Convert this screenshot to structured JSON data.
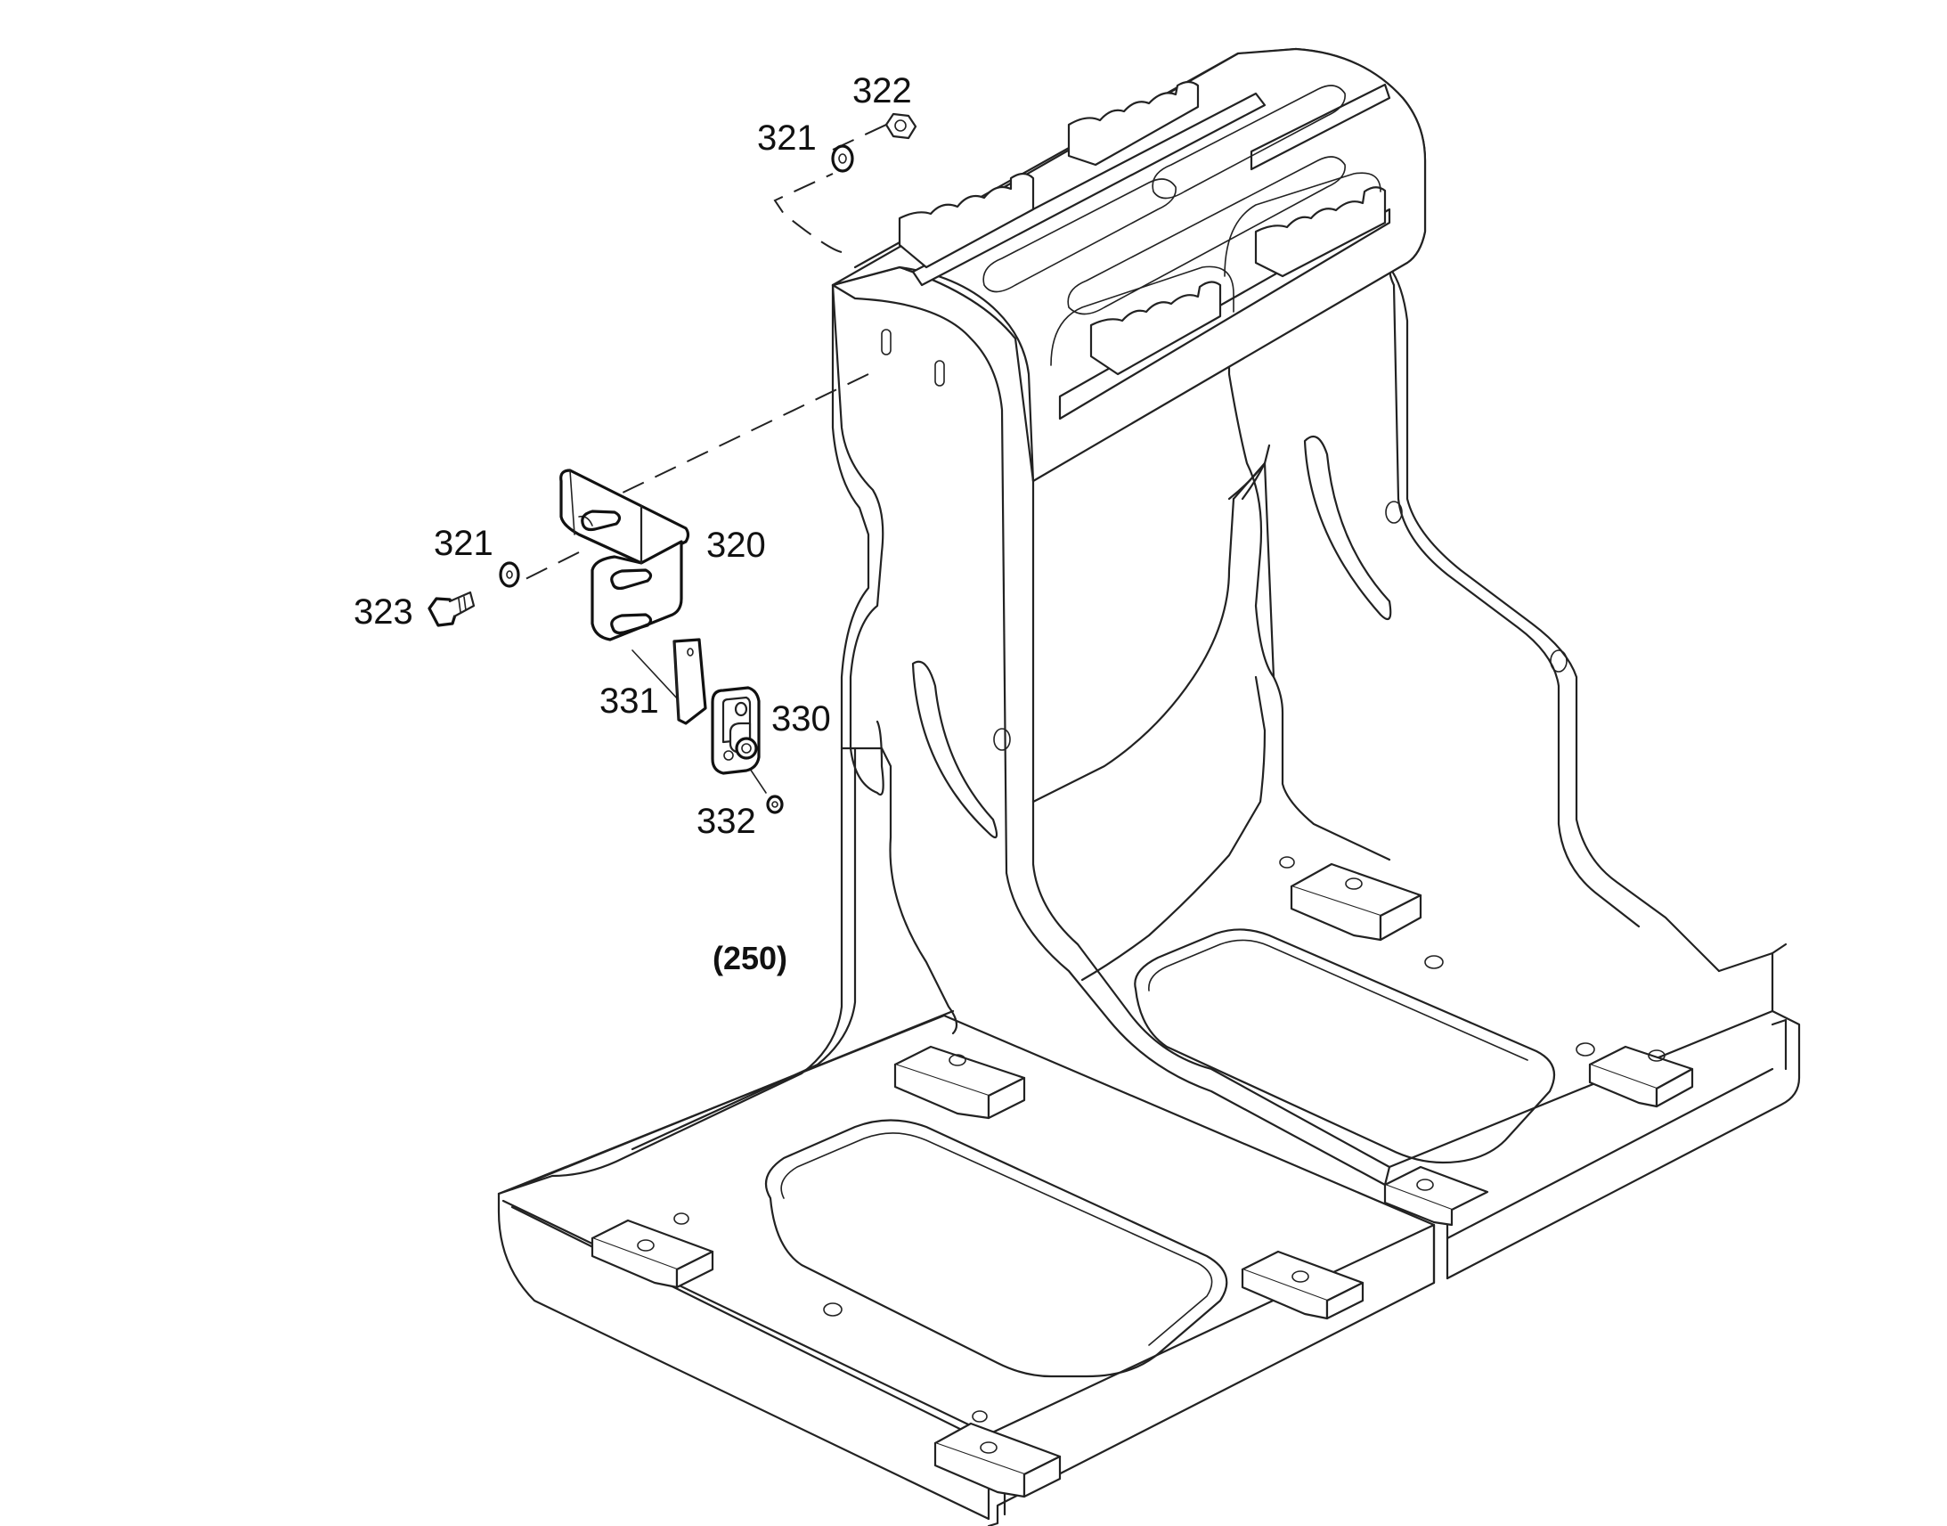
{
  "callouts": {
    "c322": "322",
    "c321_top": "321",
    "c321_left": "321",
    "c320": "320",
    "c323": "323",
    "c331": "331",
    "c330": "330",
    "c332": "332"
  },
  "assembly_label": "(250)",
  "colors": {
    "line": "#222222",
    "background": "#ffffff"
  }
}
